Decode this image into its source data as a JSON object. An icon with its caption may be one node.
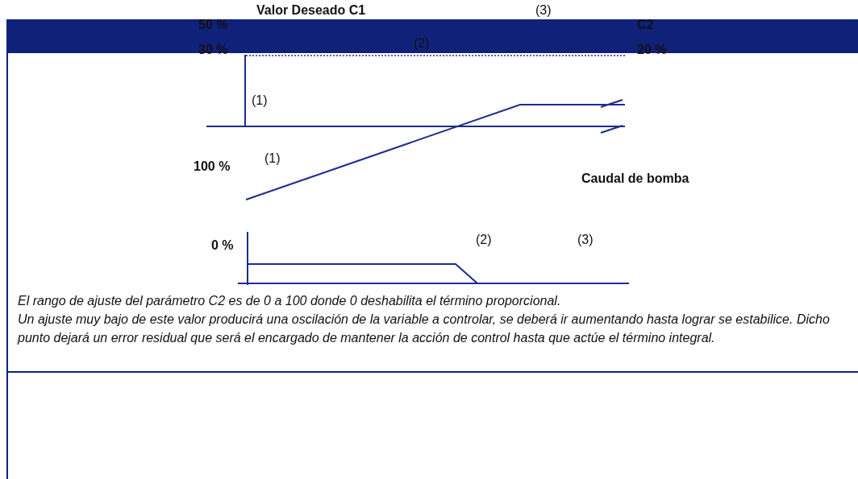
{
  "diagram": {
    "labels": [
      "Valor Deseado C1",
      "(3)",
      "50 %",
      "C2",
      "30 %",
      "(2)",
      "20 %",
      "(1)",
      "(1)",
      "100 %",
      "Caudal de bomba",
      "0 %",
      "(2)",
      "(3)",
      "El rango de ajuste del parámetro C2 es de 0 a 100 donde 0 deshabilita el término proporcional.",
      "Un ajuste muy bajo de este valor producirá una oscilación de la variable a controlar, se deberá ir aumentando hasta lograr se estabilice. Dicho punto dejará un error residual que será el encargado de mantener la acción de control hasta que actúe el término integral."
    ]
  }
}
